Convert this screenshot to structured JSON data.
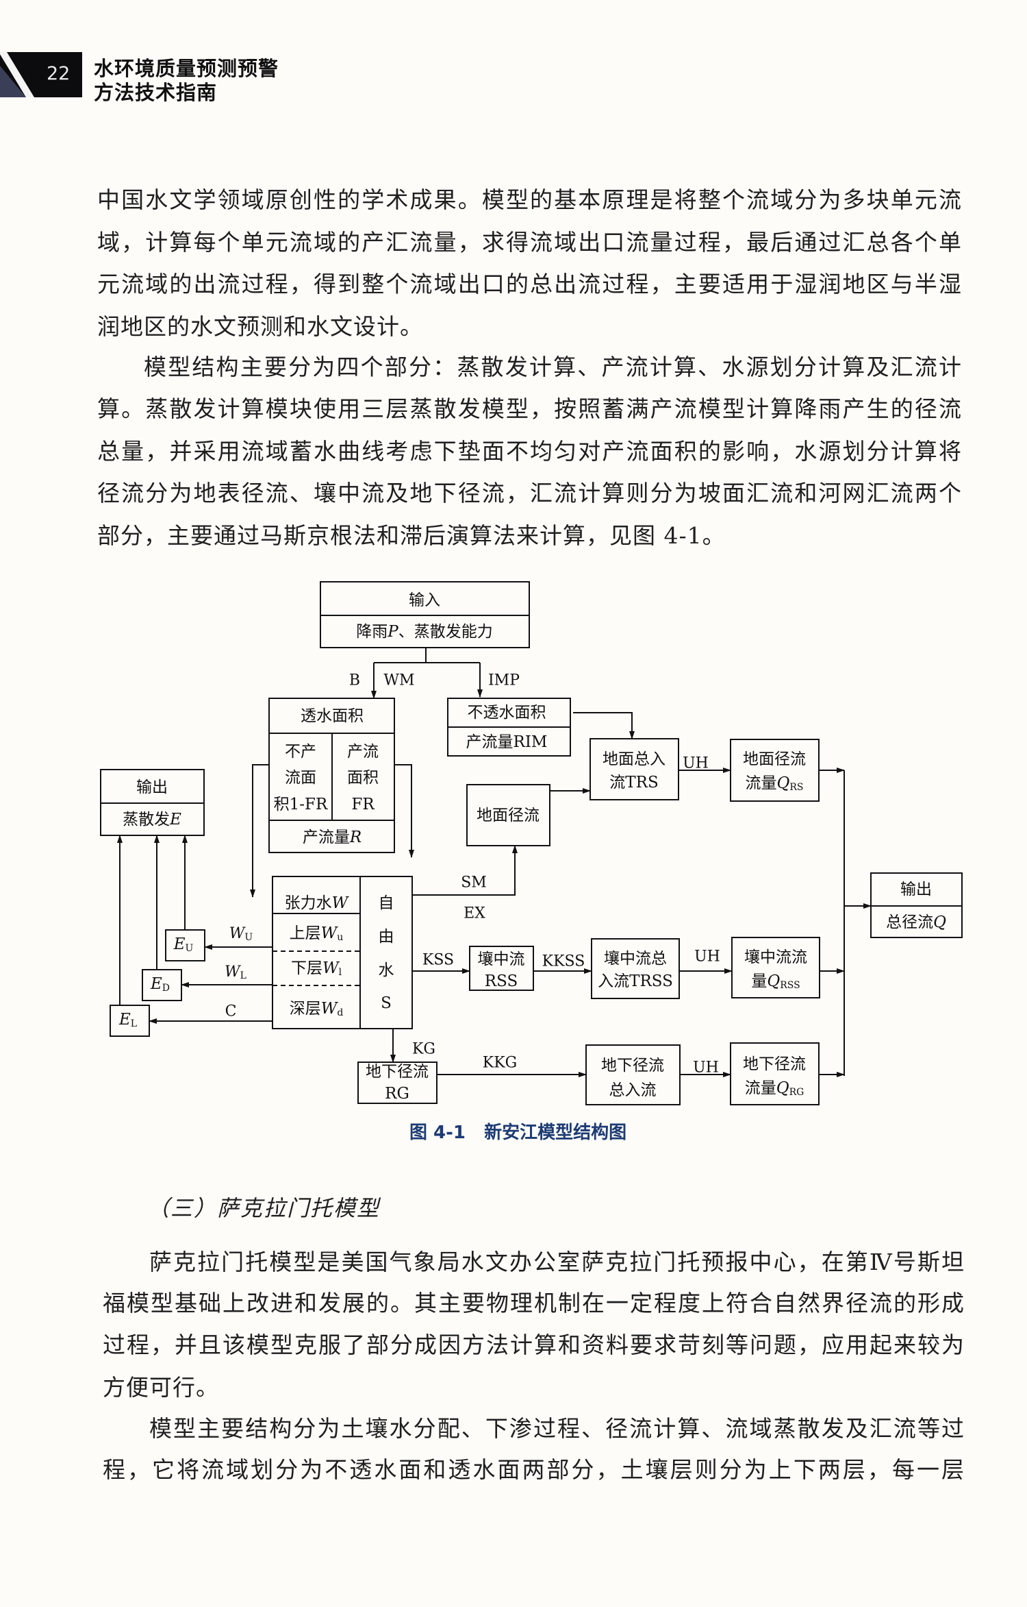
{
  "header": {
    "page_number": "22",
    "title_line1": "水环境质量预测预警",
    "title_line2": "方法技术指南"
  },
  "paragraphs": {
    "p1": [
      "中国水文学领域原创性的学术成果。模型的基本原理是将整个流域分为多块单元流",
      "域，计算每个单元流域的产汇流量，求得流域出口流量过程，最后通过汇总各个单",
      "元流域的出流过程，得到整个流域出口的总出流过程，主要适用于湿润地区与半湿",
      "润地区的水文预测和水文设计。"
    ],
    "p2": [
      "模型结构主要分为四个部分：蒸散发计算、产流计算、水源划分计算及汇流计",
      "算。蒸散发计算模块使用三层蒸散发模型，按照蓄满产流模型计算降雨产生的径流",
      "总量，并采用流域蓄水曲线考虑下垫面不均匀对产流面积的影响，水源划分计算将",
      "径流分为地表径流、壤中流及地下径流，汇流计算则分为坡面汇流和河网汇流两个",
      "部分，主要通过马斯京根法和滞后演算法来计算，见图 4-1。"
    ],
    "section_heading": "（三）萨克拉门托模型",
    "p3": [
      "萨克拉门托模型是美国气象局水文办公室萨克拉门托预报中心，在第Ⅳ号斯坦",
      "福模型基础上改进和发展的。其主要物理机制在一定程度上符合自然界径流的形成",
      "过程，并且该模型克服了部分成因方法计算和资料要求苛刻等问题，应用起来较为",
      "方便可行。"
    ],
    "p4": [
      "模型主要结构分为土壤水分配、下渗过程、径流计算、流域蒸散发及汇流等过",
      "程，它将流域划分为不透水面和透水面两部分，土壤层则分为上下两层，每一层"
    ]
  },
  "figure": {
    "caption": "图 4-1   新安江模型结构图",
    "input": {
      "title": "输入",
      "pre": "降雨",
      "var": "P",
      "post": "、蒸散发能力"
    },
    "pervious": {
      "title": "透水面积",
      "left": [
        "不产",
        "流面",
        "积1-FR"
      ],
      "right": [
        "产流",
        "面积",
        "FR"
      ],
      "bottom_pre": "产流量",
      "bottom_var": "R"
    },
    "impervious": {
      "title": "不透水面积",
      "bottom": "产流量RIM"
    },
    "surface_total": [
      "地面总入",
      "流TRS"
    ],
    "surface_flow_q": {
      "line1": "地面径流",
      "pre": "流量",
      "var": "Q",
      "sub": "RS"
    },
    "surface_runoff": "地面径流",
    "output_right": {
      "title": "输出",
      "pre": "总径流",
      "var": "Q"
    },
    "output_left": {
      "title": "输出",
      "pre": "蒸散发",
      "var": "E"
    },
    "interflow": [
      "壤中流",
      "RSS"
    ],
    "interflow_total": [
      "壤中流总",
      "入流TRSS"
    ],
    "interflow_q": {
      "line1": "壤中流流",
      "pre": "量",
      "var": "Q",
      "sub": "RSS"
    },
    "groundwater": [
      "地下径流",
      "RG"
    ],
    "groundwater_total": [
      "地下径流",
      "总入流"
    ],
    "groundwater_q": {
      "line1": "地下径流",
      "pre": "流量",
      "var": "Q",
      "sub": "RG"
    },
    "soil": {
      "tension": {
        "pre": "张力水",
        "var": "W"
      },
      "upper": {
        "pre": "上层",
        "var": "W",
        "sub": "u"
      },
      "lower": {
        "pre": "下层",
        "var": "W",
        "sub": "l"
      },
      "deep": {
        "pre": "深层",
        "var": "W",
        "sub": "d"
      },
      "free_water": [
        "自",
        "由",
        "水",
        "S"
      ]
    },
    "evap": {
      "eu": {
        "var": "E",
        "sub": "U"
      },
      "ed": {
        "var": "E",
        "sub": "D"
      },
      "el": {
        "var": "E",
        "sub": "L"
      }
    },
    "labels": {
      "b": "B",
      "wm": "WM",
      "imp": "IMP",
      "uh": "UH",
      "kss": "KSS",
      "kkss": "KKSS",
      "kg": "KG",
      "kkg": "KKG",
      "sm": "SM",
      "ex": "EX",
      "c": "C",
      "wu": {
        "var": "W",
        "sub": "U"
      },
      "wl": {
        "var": "W",
        "sub": "L"
      }
    }
  }
}
